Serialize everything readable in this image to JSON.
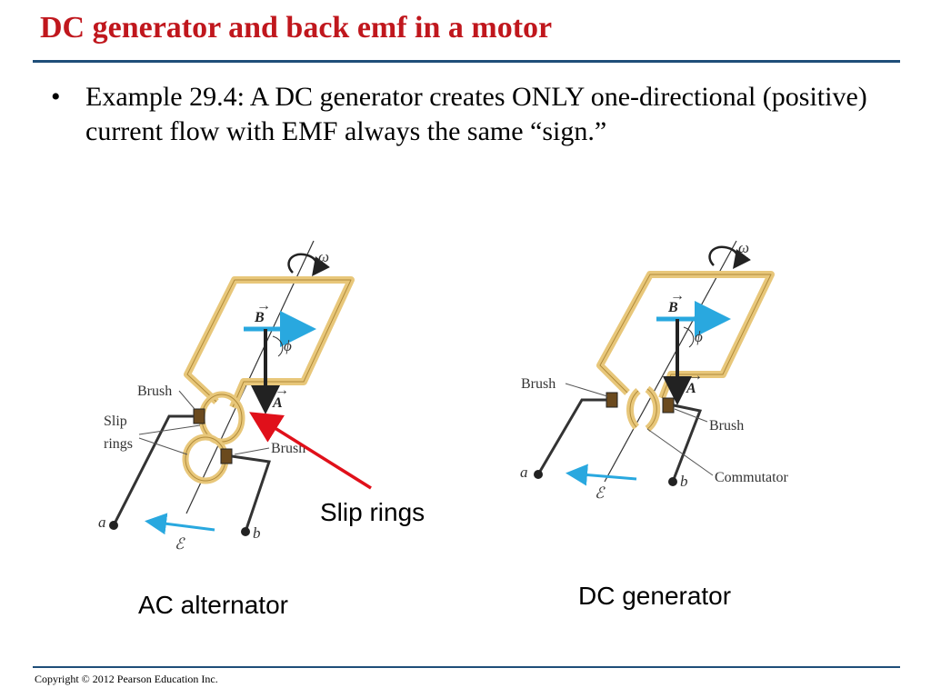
{
  "slide": {
    "title": "DC generator and back emf in a motor",
    "bullet": "Example 29.4: A DC generator creates ONLY one-directional (positive) current flow with EMF always the same “sign.”",
    "copyright": "Copyright © 2012 Pearson Education Inc."
  },
  "captions": {
    "slip_rings": "Slip rings",
    "ac_alternator": "AC alternator",
    "dc_generator": "DC generator"
  },
  "ac_figure": {
    "brush_top": "Brush",
    "brush_bottom": "Brush",
    "slip_line1": "Slip",
    "slip_line2": "rings",
    "terminal_a": "a",
    "terminal_b": "b",
    "omega": "ω",
    "phi": "ϕ",
    "field": "B",
    "area": "A",
    "emf": "ℰ"
  },
  "dc_figure": {
    "brush_left": "Brush",
    "brush_right": "Brush",
    "commutator": "Commutator",
    "terminal_a": "a",
    "terminal_b": "b",
    "omega": "ω",
    "phi": "ϕ",
    "field": "B",
    "area": "A",
    "emf": "ℰ"
  },
  "colors": {
    "title": "#c0171d",
    "rule": "#1f4e79",
    "coil": "#e8c77a",
    "field_arrow": "#29a8df",
    "pointer_arrow": "#e0101a"
  }
}
